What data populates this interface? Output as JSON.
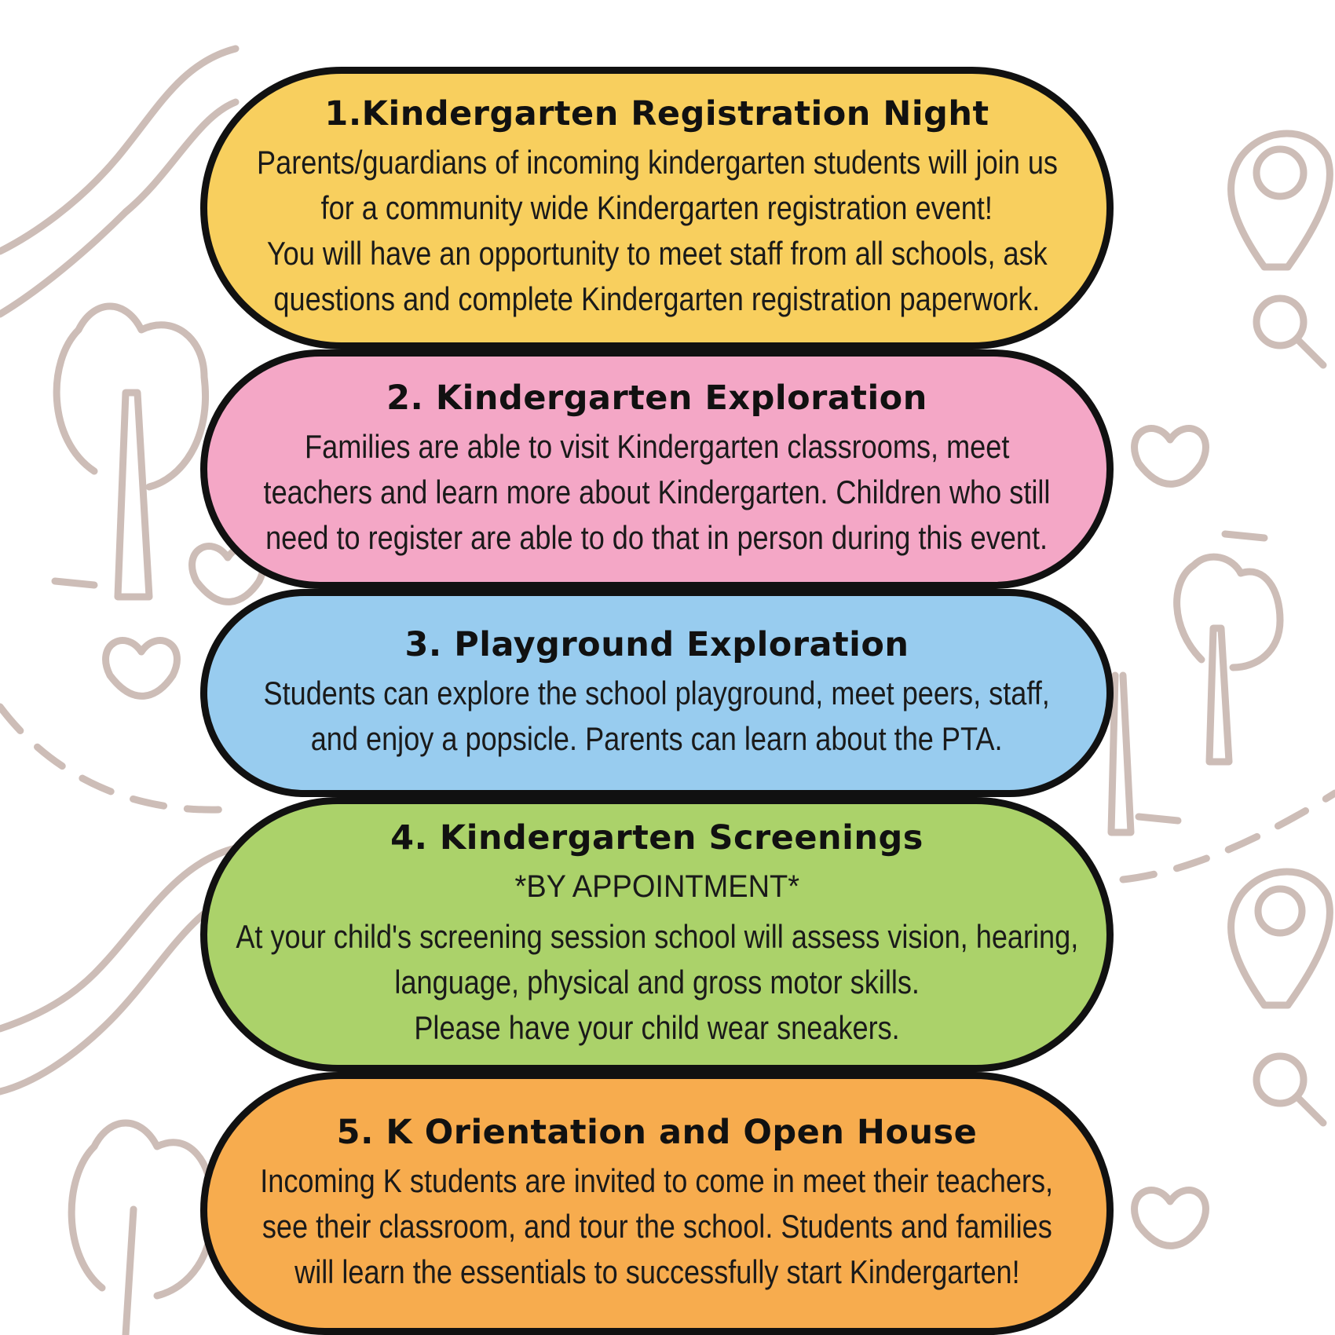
{
  "colors": {
    "yellow": "#f8cf5e",
    "pink": "#f4a7c6",
    "blue": "#98ccef",
    "green": "#abd26a",
    "orange": "#f7ac4e",
    "outline": "#111111",
    "doodle": "#cdbdb7"
  },
  "events": [
    {
      "title": "1.Kindergarten Registration Night",
      "lines": [
        "Parents/guardians of incoming kindergarten students will join us",
        "for a community wide Kindergarten registration event!",
        "You will have an opportunity to meet staff from all schools, ask",
        "questions  and complete Kindergarten registration paperwork."
      ]
    },
    {
      "title": "2. Kindergarten Exploration",
      "lines": [
        "Families are able to visit Kindergarten classrooms, meet",
        "teachers and learn more about Kindergarten.  Children who still",
        "need to register are able to do that in person during this event."
      ]
    },
    {
      "title": "3. Playground Exploration",
      "lines": [
        "Students can explore the school playground, meet peers, staff,",
        "and enjoy a popsicle. Parents can learn about the PTA."
      ]
    },
    {
      "title": "4. Kindergarten Screenings",
      "note": "*BY APPOINTMENT*",
      "lines": [
        "At your child's screening session school will assess vision, hearing,",
        "language, physical and gross motor skills.",
        "Please have your child wear sneakers."
      ]
    },
    {
      "title": "5. K Orientation and Open House",
      "lines": [
        "Incoming K students are invited to come in meet their teachers,",
        "see their classroom, and tour the school. Students and families",
        "will  learn the essentials to successfully start Kindergarten!"
      ]
    }
  ]
}
